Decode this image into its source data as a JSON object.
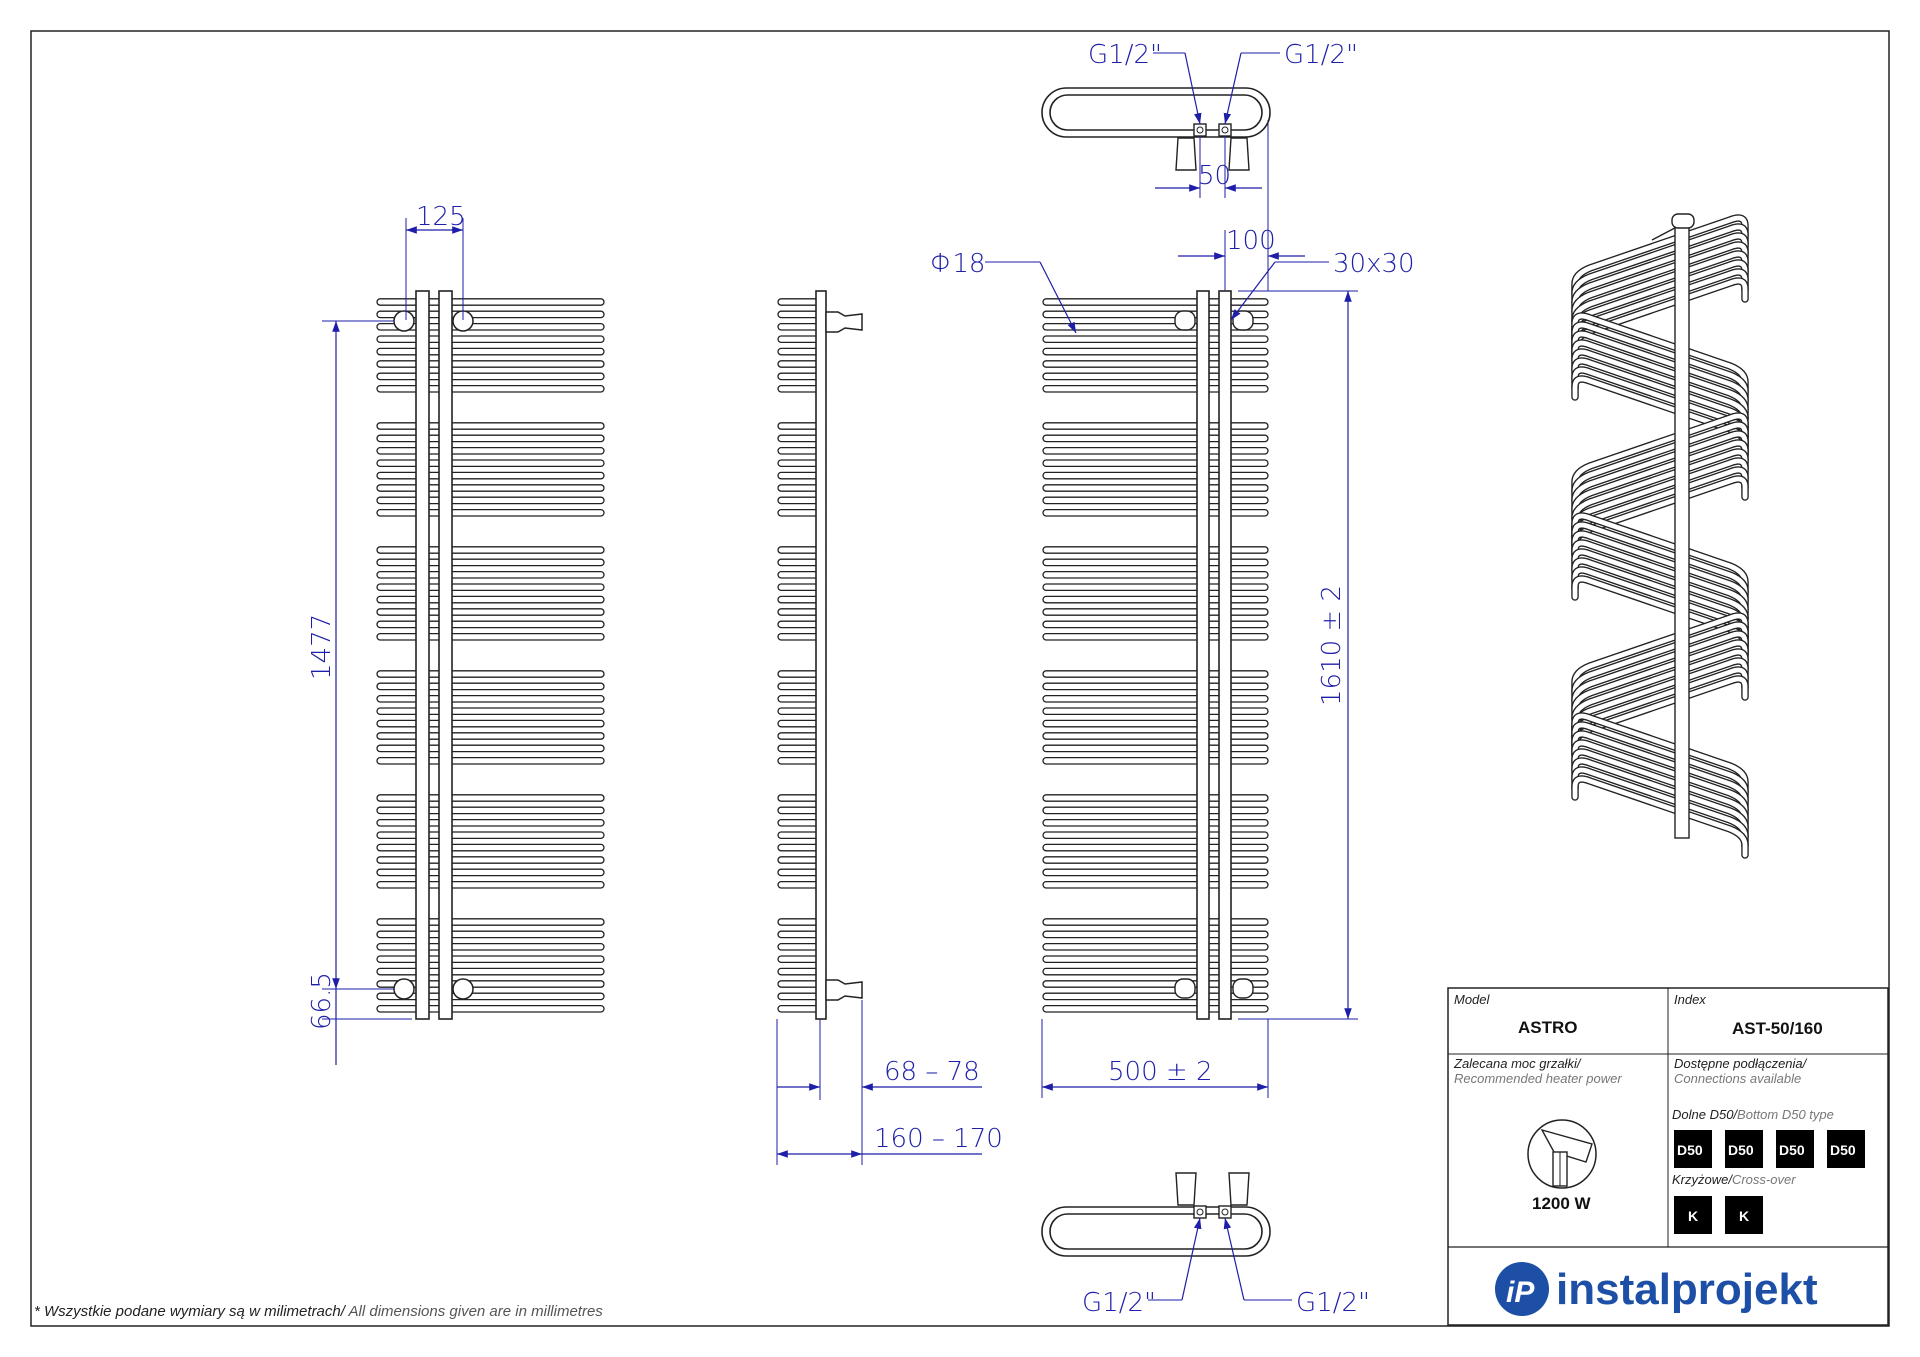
{
  "dimensions": {
    "front_top_width": "125",
    "front_height": "1477",
    "front_bottom_offset": "66.5",
    "side_depth_1": "68 – 78",
    "side_depth_2": "160 – 170",
    "tube_diameter": "Φ18",
    "collector_size": "30x30",
    "back_height": "1610  ± 2",
    "back_width": "500  ± 2",
    "top_spacing": "50",
    "top_offset": "100",
    "thread_top_left": "G1/2\"",
    "thread_top_right": "G1/2\"",
    "thread_bottom_left": "G1/2\"",
    "thread_bottom_right": "G1/2\""
  },
  "title_block": {
    "model_caption": "Model",
    "model_value": "ASTRO",
    "index_caption": "Index",
    "index_value": "AST-50/160",
    "power_caption_pl": "Zalecana moc grzałki/",
    "power_caption_en": "Recommended heater power",
    "power_value": "1200 W",
    "connections_caption_pl": "Dostępne podłączenia/",
    "connections_caption_en": "Connections available",
    "bottom_type_pl": "Dolne D50/",
    "bottom_type_en": "Bottom D50 type",
    "bottom_badges": [
      "D50",
      "D50",
      "D50",
      "D50"
    ],
    "cross_type_pl": "Krzyżowe/",
    "cross_type_en": "Cross-over",
    "cross_badges": [
      "K",
      "K"
    ],
    "brand": "instalprojekt"
  },
  "footnote": {
    "pl": "* Wszystkie podane wymiary są w milimetrach/",
    "en": " All dimensions given are in millimetres"
  },
  "colors": {
    "dimension": "#1e1ea8",
    "line": "#222222",
    "brand": "#1d4fa6"
  },
  "icons": {
    "heater": "heater-icon",
    "brand_logo": "ip-logo-icon"
  }
}
